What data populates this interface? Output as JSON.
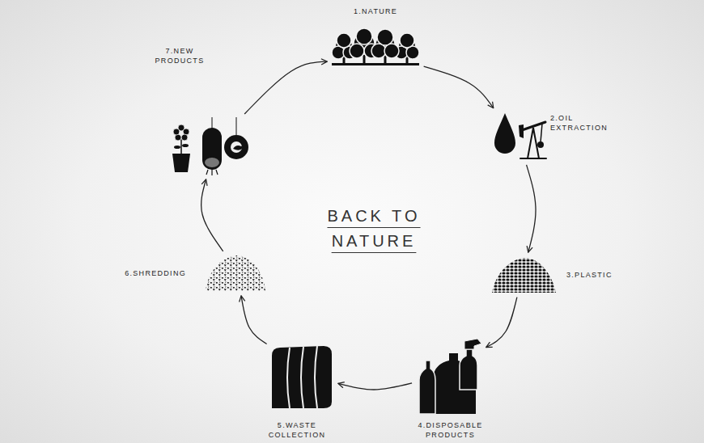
{
  "diagram": {
    "title": "BACK TO NATURE",
    "nodes": [
      {
        "text": [
          "1.NATURE"
        ]
      },
      {
        "text": [
          "2.OIL EXTRACTION"
        ]
      },
      {
        "text": [
          "3.PLASTIC"
        ]
      },
      {
        "text": [
          "4.DISPOSABLE PRODUCTS"
        ]
      },
      {
        "text": [
          "5.WASTE COLLECTION"
        ]
      },
      {
        "text": [
          "6.SHREDDING"
        ]
      },
      {
        "text": [
          "7.NEW PRODUCTS"
        ]
      }
    ],
    "edges": [
      {
        "from": 0,
        "to": 1,
        "arrow": "to"
      },
      {
        "from": 1,
        "to": 2,
        "arrow": "to"
      },
      {
        "from": 2,
        "to": 3,
        "arrow": "to"
      },
      {
        "from": 3,
        "to": 4,
        "arrow": "to"
      },
      {
        "from": 4,
        "to": 5,
        "arrow": "to"
      },
      {
        "from": 5,
        "to": 6,
        "arrow": "to"
      },
      {
        "from": 6,
        "to": 0,
        "arrow": "to"
      }
    ]
  }
}
